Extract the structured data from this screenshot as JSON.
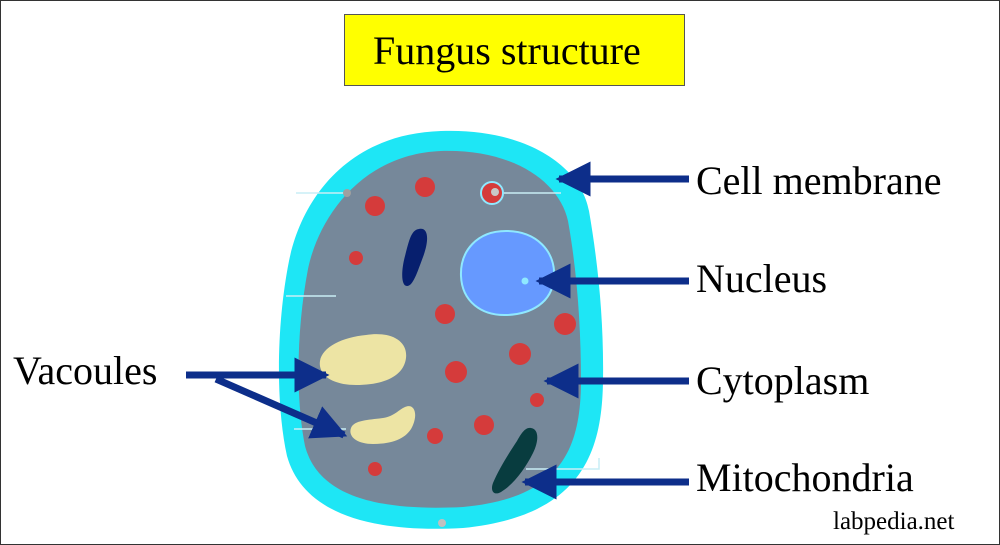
{
  "title": "Fungus structure",
  "labels": {
    "cell_membrane": "Cell membrane",
    "nucleus": "Nucleus",
    "cytoplasm": "Cytoplasm",
    "mitochondria": "Mitochondria",
    "vacoules": "Vacoules"
  },
  "watermark": "labpedia.net",
  "colors": {
    "title_background": "#ffff00",
    "cell_wall": "#1ee6f5",
    "cytoplasm": "#76889a",
    "nucleus": "#6699ff",
    "vacuole": "#ede4a4",
    "organelle_dots": "#d53b3b",
    "mitochondria": "#083c3f",
    "dark_organelle": "#071f6e",
    "arrows": "#0d2e8a"
  }
}
